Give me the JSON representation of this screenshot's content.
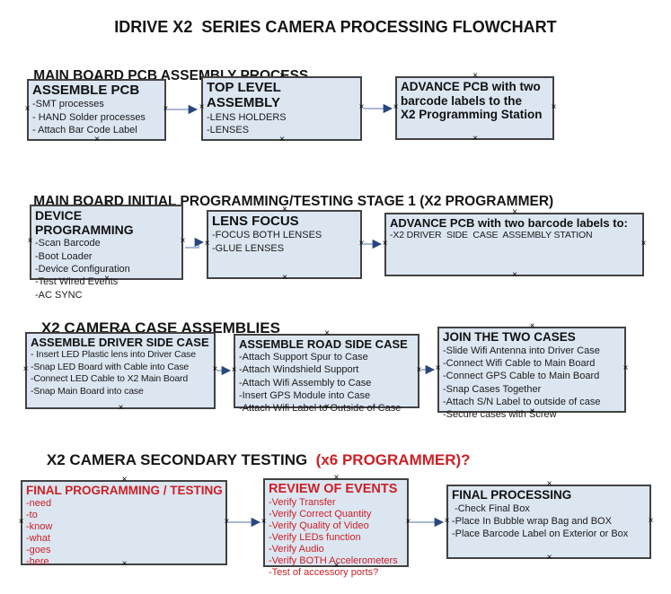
{
  "title": "IDRIVE X2  SERIES CAMERA PROCESSING FLOWCHART",
  "ui": {
    "handle_glyph": "×",
    "arrow_line_color": "#8ca3c6",
    "arrow_head_color": "#28477e",
    "box_fill": "#dce6f1",
    "box_border": "#424242",
    "red_accent": "#cb2026"
  },
  "sections": [
    {
      "heading": "MAIN BOARD PCB ASSEMBLY PROCESS",
      "boxes": [
        {
          "title": "ASSEMBLE PCB",
          "lines": [
            "-SMT processes",
            "- HAND Solder processes",
            "- Attach Bar Code Label"
          ]
        },
        {
          "title": "TOP LEVEL ASSEMBLY",
          "lines": [
            "-LENS HOLDERS",
            "-LENSES"
          ]
        },
        {
          "title": "ADVANCE PCB with two\nbarcode labels to the\n X2 Programming Station",
          "lines": []
        }
      ]
    },
    {
      "heading": "MAIN BOARD INITIAL PROGRAMMING/TESTING STAGE 1 (X2 PROGRAMMER)",
      "boxes": [
        {
          "title": "DEVICE PROGRAMMING",
          "lines": [
            "-Scan Barcode",
            "-Boot Loader",
            "-Device Configuration",
            "-Test Wired Events",
            "-AC SYNC"
          ]
        },
        {
          "title": "LENS FOCUS",
          "lines": [
            "-FOCUS BOTH LENSES",
            "-GLUE LENSES"
          ]
        },
        {
          "title": "ADVANCE PCB with two barcode labels to:",
          "lines": [
            "-X2 DRIVER  SIDE  CASE  ASSEMBLY STATION"
          ]
        }
      ]
    },
    {
      "heading": "X2 CAMERA CASE ASSEMBLIES",
      "boxes": [
        {
          "title": "ASSEMBLE DRIVER SIDE CASE",
          "lines": [
            "- Insert LED Plastic lens into Driver Case",
            "-Snap LED Board with Cable into Case",
            "-Connect LED Cable to X2 Main Board",
            "-Snap Main Board into case"
          ]
        },
        {
          "title": "ASSEMBLE ROAD SIDE CASE",
          "lines": [
            "-Attach Support Spur to Case",
            "-Attach Windshield Support",
            "-Attach Wifi Assembly to Case",
            "-Insert GPS Module into Case",
            "-Attach Wifi Label to Outside of Case"
          ]
        },
        {
          "title": "JOIN THE TWO CASES",
          "lines": [
            "-Slide Wifi Antenna into Driver Case",
            "-Connect Wifi Cable to Main Board",
            "-Connect GPS Cable to Main Board",
            "-Snap Cases Together",
            "-Attach S/N Label to outside of case",
            "-Secure cases with Screw"
          ]
        }
      ]
    },
    {
      "heading": "X2 CAMERA SECONDARY TESTING ",
      "heading_red": " (x6 PROGRAMMER)?",
      "boxes": [
        {
          "title": "FINAL PROGRAMMING / TESTING",
          "lines": [
            "-need",
            "-to",
            "-know",
            "-what",
            "-goes",
            "-here"
          ]
        },
        {
          "title": "REVIEW OF EVENTS",
          "lines": [
            "-Verify Transfer",
            "-Verify Correct Quantity",
            "-Verify Quality of Video",
            "-Verify LEDs function",
            "-Verify Audio",
            "-Verify BOTH Accelerometers",
            "-Test of accessory ports?"
          ]
        },
        {
          "title": "FINAL PROCESSING",
          "lines": [
            " -Check Final Box",
            "-Place In Bubble wrap Bag and BOX",
            "-Place Barcode Label on Exterior or Box"
          ]
        }
      ]
    }
  ]
}
